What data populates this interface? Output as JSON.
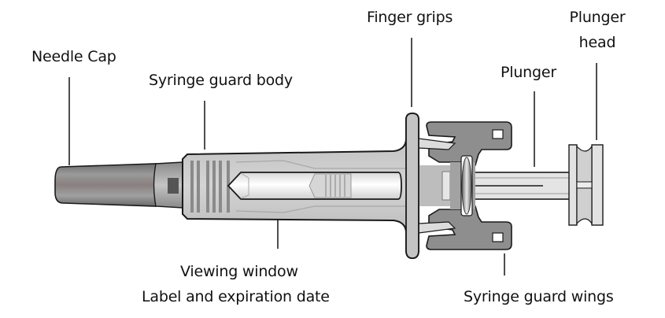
{
  "diagram": {
    "title": "Prefilled syringe with syringe guard — parts",
    "labels": {
      "needle_cap": "Needle Cap",
      "syringe_guard_body": "Syringe guard body",
      "finger_grips": "Finger grips",
      "plunger": "Plunger",
      "plunger_head_line1": "Plunger",
      "plunger_head_line2": "head",
      "viewing_window": "Viewing window",
      "label_expiration": "Label and expiration date",
      "syringe_guard_wings": "Syringe guard wings"
    },
    "colors": {
      "outline": "#1a1a1a",
      "cap_gray": "#8c8c8c",
      "body_light": "#c8c8c8",
      "wing_gray": "#8a8a8a",
      "plunger_light": "#e4e4e4",
      "text": "#111111"
    }
  }
}
